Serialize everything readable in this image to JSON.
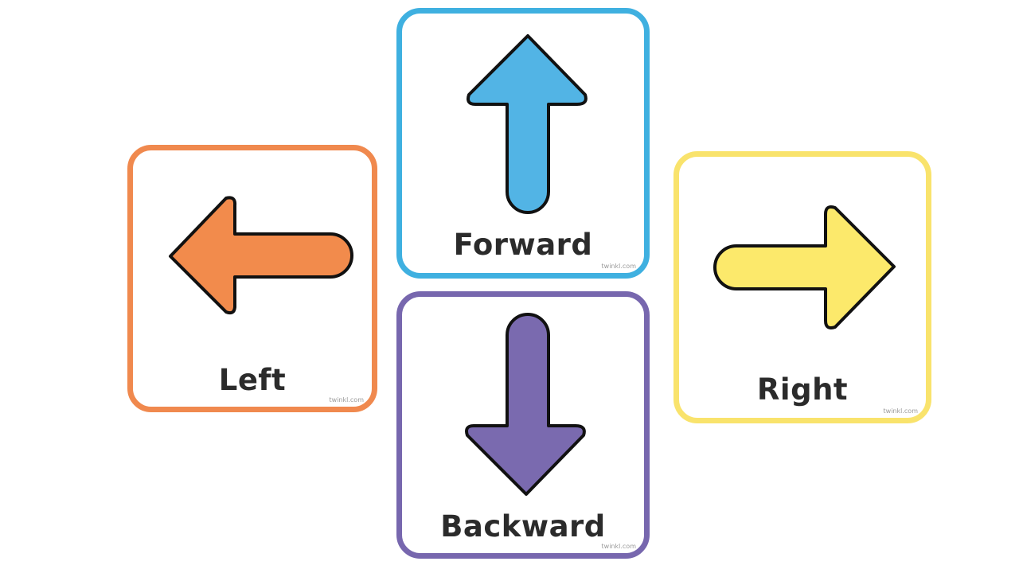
{
  "cards": [
    {
      "id": "left",
      "label": "Left",
      "watermark": "twinkl.com",
      "icon": "arrow-left-icon",
      "border_color": "#F0894E",
      "fill_color": "#F28B4C"
    },
    {
      "id": "forward",
      "label": "Forward",
      "watermark": "twinkl.com",
      "icon": "arrow-up-icon",
      "border_color": "#3FB0E0",
      "fill_color": "#52B4E5"
    },
    {
      "id": "backward",
      "label": "Backward",
      "watermark": "twinkl.com",
      "icon": "arrow-down-icon",
      "border_color": "#7767AE",
      "fill_color": "#7A6AAF"
    },
    {
      "id": "right",
      "label": "Right",
      "watermark": "twinkl.com",
      "icon": "arrow-right-icon",
      "border_color": "#F9E36C",
      "fill_color": "#FCE96B"
    }
  ]
}
